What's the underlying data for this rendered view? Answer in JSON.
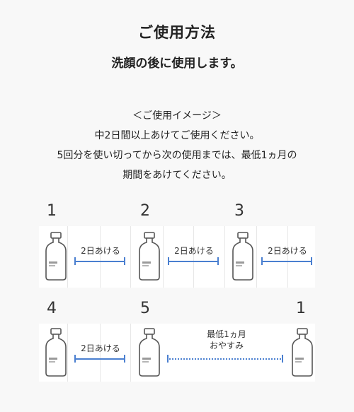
{
  "header": {
    "title": "ご使用方法",
    "subtitle": "洗顔の後に使用します。"
  },
  "notes": [
    "＜ご使用イメージ＞",
    "中2日間以上あけてご使用ください。",
    "5回分を使い切ってから次の使用までは、最低1ヵ月の",
    "期間をあけてください。"
  ],
  "steps": {
    "row1": [
      "1",
      "2",
      "3"
    ],
    "row2": [
      "4",
      "5",
      "1"
    ]
  },
  "intervals": {
    "gap": "2日あける",
    "rest_line1": "最低1ヵ月",
    "rest_line2": "おやすみ"
  },
  "colors": {
    "accent": "#4a7fd0",
    "background": "#f8f8f8",
    "card": "#ffffff"
  },
  "icons": {
    "bottle": "ampoule-bottle-icon"
  }
}
